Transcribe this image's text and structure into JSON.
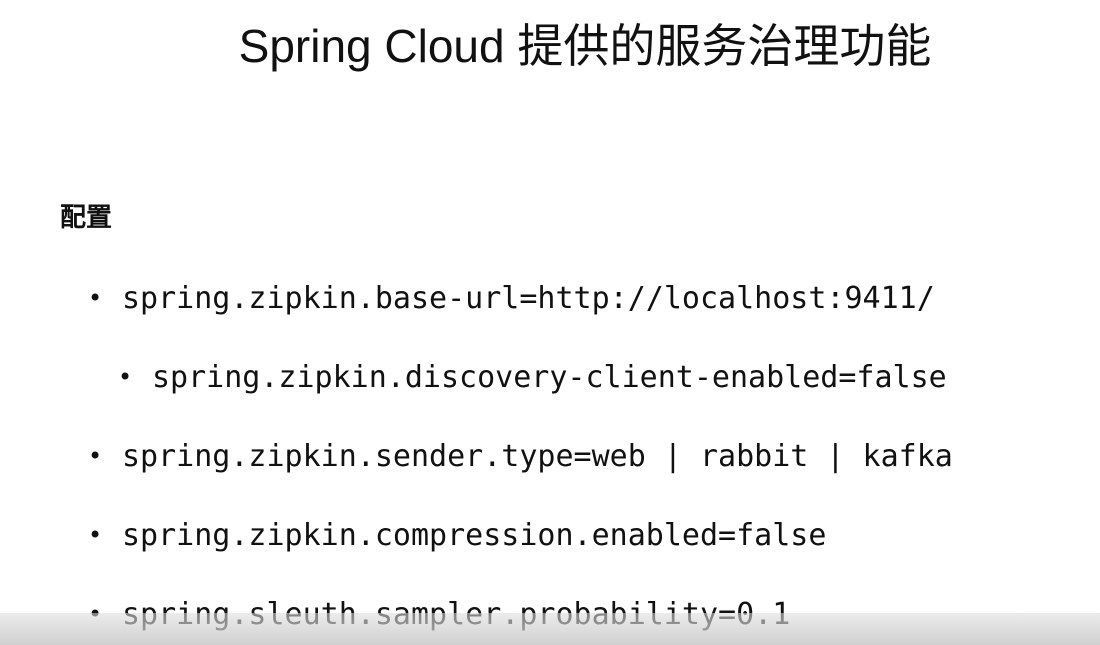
{
  "title": "Spring Cloud 提供的服务治理功能",
  "section": {
    "heading": "配置"
  },
  "config_items": [
    {
      "bullet": "•",
      "text": "spring.zipkin.base-url=http://localhost:9411/"
    },
    {
      "bullet": "•",
      "text": "spring.zipkin.discovery-client-enabled=false"
    },
    {
      "bullet": "•",
      "text": "spring.zipkin.sender.type=web | rabbit | kafka"
    },
    {
      "bullet": "•",
      "text": "spring.zipkin.compression.enabled=false"
    },
    {
      "bullet": "•",
      "text": "spring.sleuth.sampler.probability=0.1"
    }
  ]
}
